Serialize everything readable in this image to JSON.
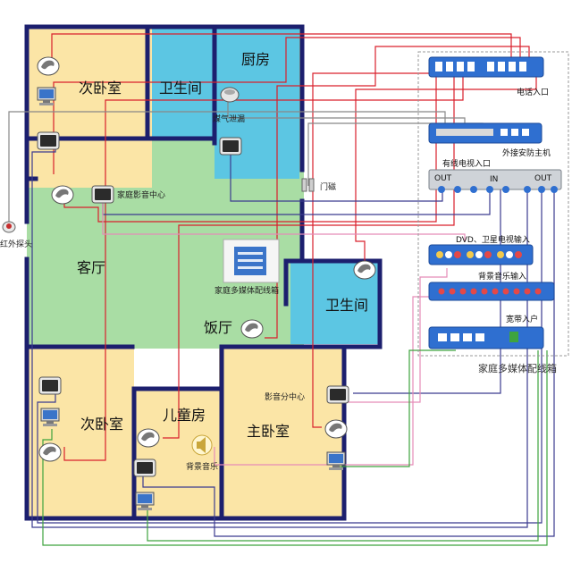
{
  "rooms": {
    "second_bedroom_top": "次卧室",
    "bathroom_top": "卫生间",
    "kitchen": "厨房",
    "living_room": "客厅",
    "dining_room": "饭厅",
    "bathroom_right": "卫生间",
    "second_bedroom_bottom": "次卧室",
    "kids_room": "儿童房",
    "master_bedroom": "主卧室"
  },
  "devices": {
    "gas_leak": "煤气泄漏",
    "home_theater": "家庭影音中心",
    "door_magnet": "门磁",
    "infrared_probe": "红外探头",
    "media_box": "家庭多媒体配线箱",
    "av_sub_center": "影音分中心",
    "background_music": "背景音乐"
  },
  "cabinet": {
    "phone_in": "电话入口",
    "security_host": "外接安防主机",
    "cable_tv_in": "有线电视入口",
    "port_in": "IN",
    "port_out_left": "OUT",
    "port_out_right": "OUT",
    "dvd_input": "DVD、卫星电视输入",
    "music_input": "背景音乐输入",
    "broadband_in": "宽带入户",
    "title": "家庭多媒体配线箱"
  },
  "colors": {
    "room_yellow": "#FBE5A6",
    "room_blue": "#5CC6E3",
    "room_green": "#A9DDA4",
    "wall": "#1C1F6E",
    "panel_blue": "#2F6FD0",
    "wire_red": "#D9202C",
    "wire_pink": "#E58CB7",
    "wire_green": "#3EA33E",
    "wire_navy": "#3B3B8F",
    "wire_gray": "#888888"
  }
}
